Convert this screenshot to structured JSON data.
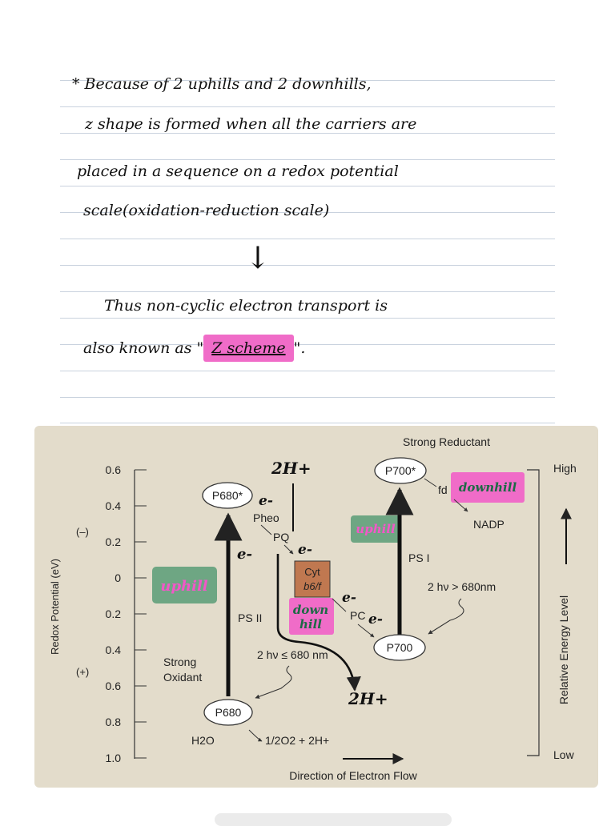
{
  "notes": {
    "line1": "* Because of 2 uphills and 2 downhills,",
    "line2": "z shape is formed when all the carriers are",
    "line3": "placed in a sequence on a redox potential",
    "line4": "scale(oxidation-reduction scale)",
    "arrow": "↓",
    "line5": "Thus non-cyclic electron transport is",
    "line6_prefix": "also known as \"",
    "highlight": "Z scheme",
    "line6_suffix": "\"."
  },
  "diagram": {
    "y_axis_label": "Redox Potential (eV)",
    "y_ticks": [
      "0.6",
      "0.4",
      "0.2",
      "0",
      "0.2",
      "0.4",
      "0.6",
      "0.8",
      "1.0"
    ],
    "negative_sign": "(–)",
    "positive_sign": "(+)",
    "x_axis_label": "Direction of Electron Flow",
    "right_axis_label": "Relative Energy Level",
    "high": "High",
    "low": "Low",
    "strong_reductant": "Strong Reductant",
    "strong_oxidant_1": "Strong",
    "strong_oxidant_2": "Oxidant",
    "nodes": {
      "p680_star": "P680*",
      "p680": "P680",
      "p700_star": "P700*",
      "p700": "P700",
      "pheo": "Pheo",
      "pq": "PQ",
      "cyt_line1": "Cyt",
      "cyt_line2": "b6/f",
      "pc": "PC",
      "fd": "fd",
      "nadp": "NADP"
    },
    "ps2": "PS II",
    "ps1": "PS I",
    "light_ps2": "2 hν ≤ 680 nm",
    "light_ps1": "2 hν > 680nm",
    "h2o": "H2O",
    "o2_products": "1/2O2 + 2H+",
    "annotations": {
      "two_h_top": "2H+",
      "two_h_bottom": "2H+",
      "electron": "e-",
      "uphill_left": "uphill",
      "uphill_right": "uphill",
      "downhill_mid_1": "down",
      "downhill_mid_2": "hill",
      "downhill_right": "downhill"
    },
    "colors": {
      "panel": "#e3dccb",
      "pink_highlight": "#f06cc8",
      "green_highlight": "#6ea683",
      "cyt_box": "#c07850"
    }
  }
}
